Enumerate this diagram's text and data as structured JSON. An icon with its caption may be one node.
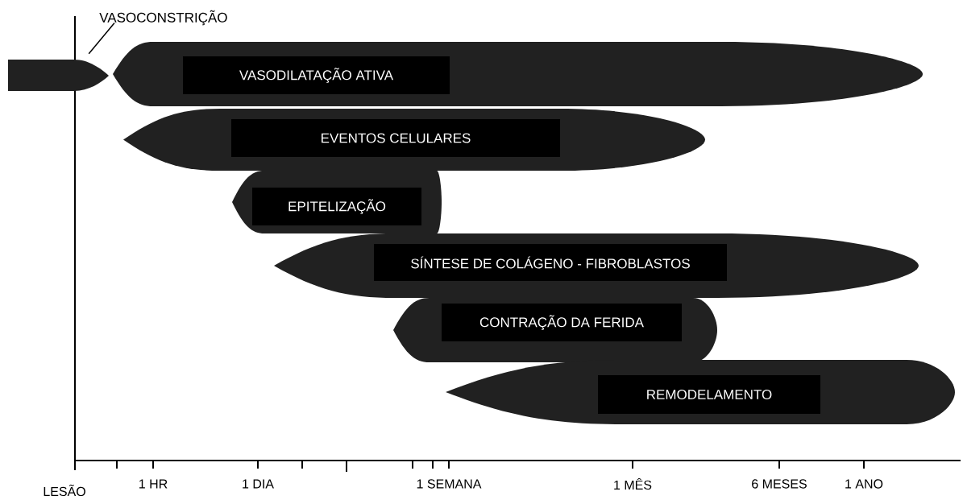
{
  "diagram": {
    "nodes": [
      {
        "text": [
          "VASOCONSTRIÇÃO"
        ]
      },
      {
        "text": [],
        "shape": "bar"
      },
      {
        "text": [
          "VASODILATAÇÃO ATIVA"
        ]
      },
      {
        "text": [
          "EVENTOS CELULARES"
        ]
      },
      {
        "text": [
          "EPITELIZAÇÃO"
        ]
      },
      {
        "text": [
          "SÍNTESE DE COLÁGENO - FIBROBLASTOS"
        ]
      },
      {
        "text": [
          "CONTRAÇÃO DA FERIDA"
        ]
      },
      {
        "text": [
          "REMODELAMENTO"
        ]
      }
    ],
    "edges": [
      {
        "from": 0,
        "to": 1,
        "arrow": "none"
      }
    ],
    "labels": [
      "LESÃO",
      "1 HR",
      "1 DIA",
      "1 SEMANA",
      "1 MÊS",
      "6 MESES",
      "1 ANO"
    ]
  }
}
